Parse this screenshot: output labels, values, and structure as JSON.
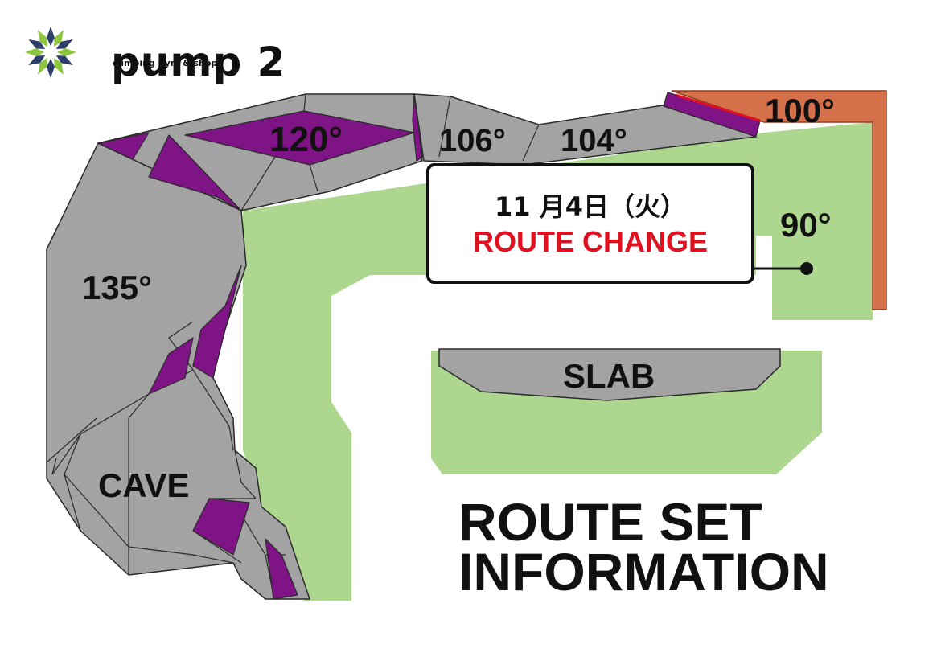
{
  "header": {
    "brand_name": "pump 2",
    "tagline": "climbing gym & shop",
    "logo_icon": "starburst-logo-icon",
    "logo_colors": [
      "#2d3e6b",
      "#8cc63f"
    ]
  },
  "walls": [
    {
      "id": "120",
      "label": "120°"
    },
    {
      "id": "106",
      "label": "106°"
    },
    {
      "id": "104",
      "label": "104°"
    },
    {
      "id": "100",
      "label": "100°"
    },
    {
      "id": "90",
      "label": "90°"
    },
    {
      "id": "135",
      "label": "135°"
    },
    {
      "id": "cave",
      "label": "CAVE"
    },
    {
      "id": "slab",
      "label": "SLAB"
    }
  ],
  "notice": {
    "date": "11 月4日（火）",
    "title": "ROUTE CHANGE",
    "title_color": "#e0101e"
  },
  "footer_title": {
    "line1": "ROUTE SET",
    "line2": "INFORMATION"
  },
  "colors": {
    "floor": "#add78f",
    "wall": "#a3a3a3",
    "changed_wall": "#7e1485",
    "wall_100": "#d4704a",
    "outline": "#2a2a2a"
  }
}
